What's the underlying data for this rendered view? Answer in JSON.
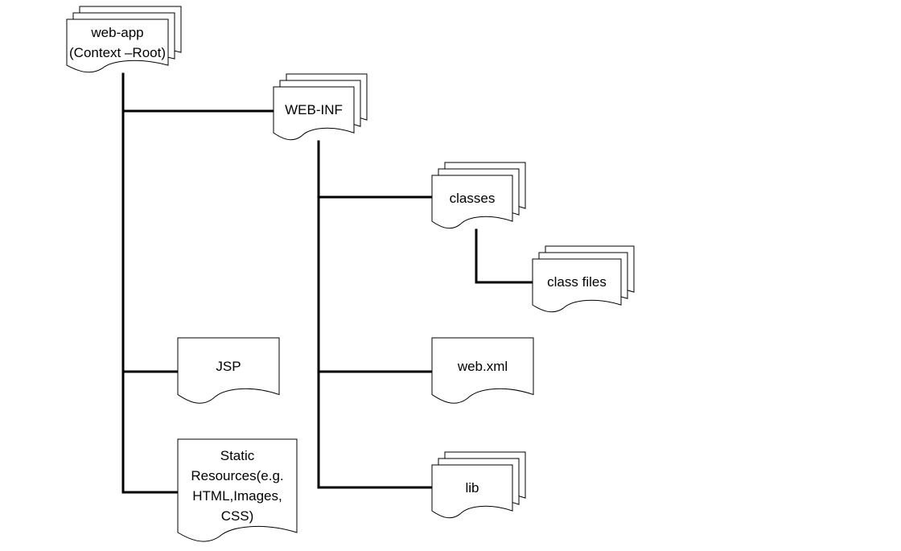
{
  "diagram": {
    "nodes": {
      "web_app": {
        "label": "web-app\n(Context –Root)",
        "shape": "multi-document"
      },
      "web_inf": {
        "label": "WEB-INF",
        "shape": "multi-document"
      },
      "classes": {
        "label": "classes",
        "shape": "multi-document"
      },
      "class_files": {
        "label": "class files",
        "shape": "multi-document"
      },
      "jsp": {
        "label": "JSP",
        "shape": "document"
      },
      "static_resources": {
        "label": "Static\nResources(e.g.\nHTML,Images,\nCSS)",
        "shape": "document"
      },
      "web_xml": {
        "label": "web.xml",
        "shape": "document"
      },
      "lib": {
        "label": "lib",
        "shape": "multi-document"
      }
    },
    "edges": [
      {
        "from": "web_app",
        "to": "web_inf"
      },
      {
        "from": "web_app",
        "to": "jsp"
      },
      {
        "from": "web_app",
        "to": "static_resources"
      },
      {
        "from": "web_inf",
        "to": "classes"
      },
      {
        "from": "web_inf",
        "to": "web_xml"
      },
      {
        "from": "web_inf",
        "to": "lib"
      },
      {
        "from": "classes",
        "to": "class_files"
      }
    ],
    "colors": {
      "stroke": "#000000",
      "fill": "#ffffff"
    }
  }
}
